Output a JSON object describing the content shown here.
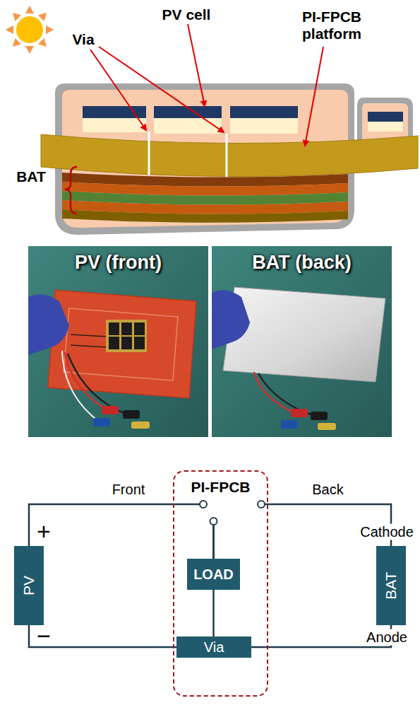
{
  "diagram": {
    "nodes": [
      {
        "text": [
          "PV (front)"
        ]
      },
      {
        "text": [
          "BAT (back)"
        ]
      },
      {
        "text": [
          "PV"
        ]
      },
      {
        "text": [
          "PI-FPCB"
        ]
      },
      {
        "text": [
          "LOAD"
        ],
        "in": 3
      },
      {
        "text": [
          "Via"
        ],
        "in": 3
      },
      {
        "text": [
          "BAT"
        ]
      }
    ],
    "edges": [
      {
        "from": 2,
        "to": 4,
        "arrow": "none",
        "label": "Front"
      },
      {
        "from": 6,
        "to": 4,
        "arrow": "none",
        "label": "Back"
      },
      {
        "from": 4,
        "to": 5,
        "arrow": "none"
      },
      {
        "from": 5,
        "to": 2,
        "arrow": "none"
      },
      {
        "from": 5,
        "to": 6,
        "arrow": "none"
      }
    ],
    "labels": [
      "Via",
      "PV cell",
      "PI-FPCB platform",
      "BAT",
      "+",
      "−",
      "Cathode",
      "Anode"
    ]
  }
}
